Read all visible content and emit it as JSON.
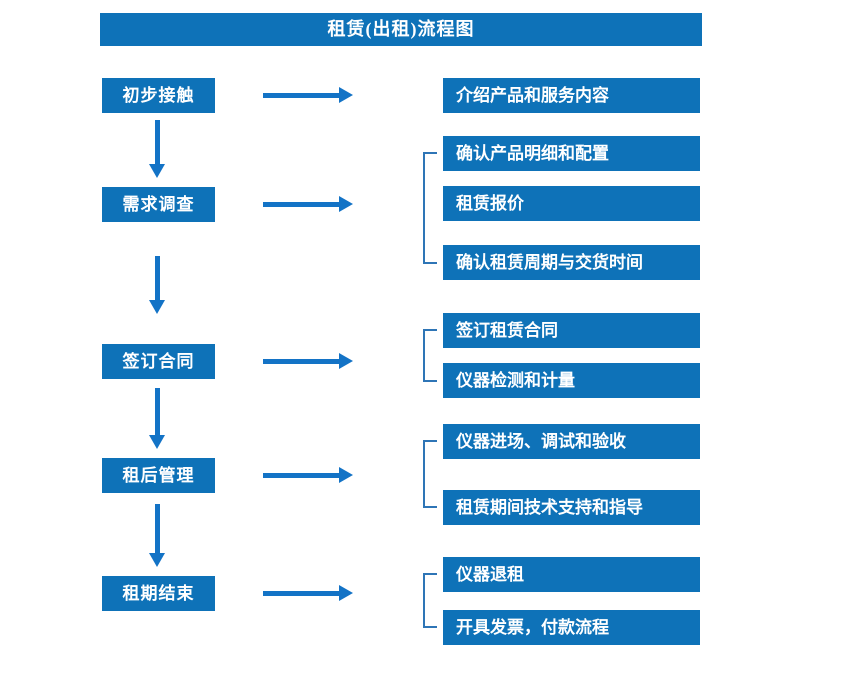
{
  "title": "租赁(出租)流程图",
  "colors": {
    "box_fill": "#0e72b8",
    "arrow": "#1373c6",
    "bracket": "#2e75b6",
    "text": "#ffffff",
    "background": "#ffffff"
  },
  "steps": [
    {
      "label": "初步接触",
      "details": [
        "介绍产品和服务内容"
      ]
    },
    {
      "label": "需求调查",
      "details": [
        "确认产品明细和配置",
        "租赁报价",
        "确认租赁周期与交货时间"
      ]
    },
    {
      "label": "签订合同",
      "details": [
        "签订租赁合同",
        "仪器检测和计量"
      ]
    },
    {
      "label": "租后管理",
      "details": [
        "仪器进场、调试和验收",
        "租赁期间技术支持和指导"
      ]
    },
    {
      "label": "租期结束",
      "details": [
        "仪器退租",
        "开具发票，付款流程"
      ]
    }
  ]
}
